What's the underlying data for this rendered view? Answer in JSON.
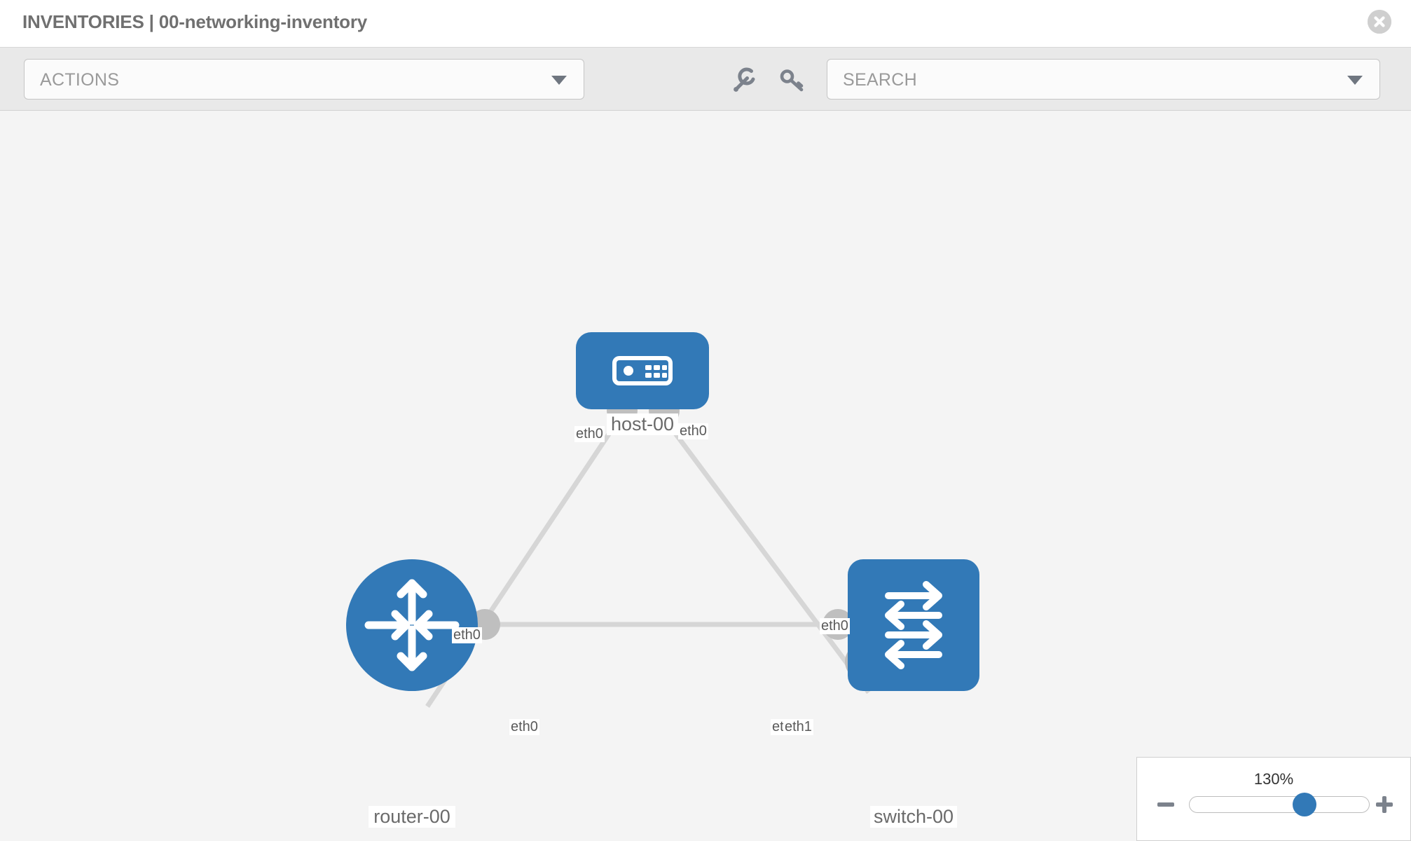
{
  "header": {
    "title": "INVENTORIES | 00-networking-inventory",
    "close_icon": "close-circle-icon"
  },
  "toolbar": {
    "actions_label": "ACTIONS",
    "actions_caret_icon": "chevron-down-icon",
    "wrench_icon": "wrench-icon",
    "key_icon": "key-icon",
    "search_placeholder": "SEARCH",
    "search_caret_icon": "chevron-down-icon"
  },
  "topology": {
    "nodes": [
      {
        "id": "host-00",
        "label": "host-00",
        "type": "host",
        "icon": "server-icon",
        "shape": "rounded-rect",
        "color": "#3279b7"
      },
      {
        "id": "router-00",
        "label": "router-00",
        "type": "router",
        "icon": "router-arrows-icon",
        "shape": "circle",
        "color": "#3279b7"
      },
      {
        "id": "switch-00",
        "label": "switch-00",
        "type": "switch",
        "icon": "switch-arrows-icon",
        "shape": "rounded-rect",
        "color": "#3279b7"
      }
    ],
    "links": [
      {
        "from": "host-00",
        "from_iface": "eth0",
        "to": "router-00",
        "to_iface": "eth0"
      },
      {
        "from": "host-00",
        "from_iface": "eth0",
        "to": "switch-00",
        "to_iface": "eth0"
      },
      {
        "from": "router-00",
        "from_iface": "eth0",
        "to": "switch-00",
        "to_iface": "eth1"
      }
    ],
    "interface_labels": {
      "host_left": "eth0",
      "host_right": "eth0",
      "router_up": "eth0",
      "switch_up": "eth0",
      "router_right": "eth0",
      "switch_left_hidden": "eth0",
      "switch_left": "eth1"
    },
    "edge_color": "#d6d6d6",
    "connector_color": "#bfbfbf"
  },
  "zoom_control": {
    "level": "130%",
    "minus_icon": "minus-icon",
    "plus_icon": "plus-icon",
    "thumb_position_percent": 66
  }
}
